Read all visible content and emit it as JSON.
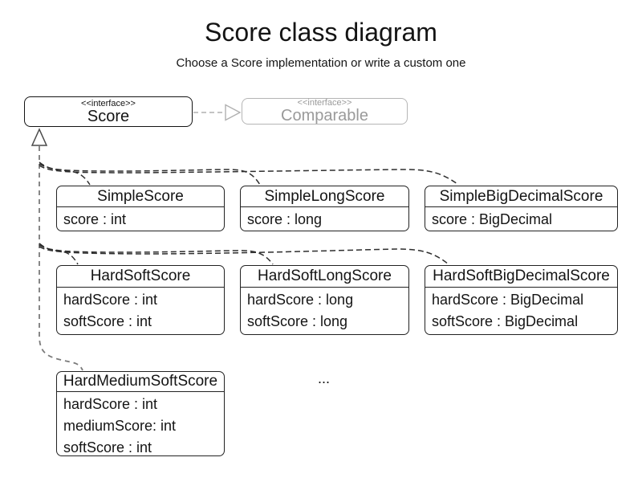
{
  "page": {
    "title": "Score class diagram",
    "subtitle": "Choose a Score implementation or write a custom one",
    "ellipsis": "..."
  },
  "interfaces": {
    "score": {
      "stereotype": "<<interface>>",
      "name": "Score"
    },
    "comparable": {
      "stereotype": "<<interface>>",
      "name": "Comparable"
    }
  },
  "classes": [
    {
      "name": "SimpleScore",
      "attributes": [
        "score : int"
      ]
    },
    {
      "name": "SimpleLongScore",
      "attributes": [
        "score : long"
      ]
    },
    {
      "name": "SimpleBigDecimalScore",
      "attributes": [
        "score : BigDecimal"
      ]
    },
    {
      "name": "HardSoftScore",
      "attributes": [
        "hardScore : int",
        "softScore : int"
      ]
    },
    {
      "name": "HardSoftLongScore",
      "attributes": [
        "hardScore : long",
        "softScore : long"
      ]
    },
    {
      "name": "HardSoftBigDecimalScore",
      "attributes": [
        "hardScore : BigDecimal",
        "softScore : BigDecimal"
      ]
    },
    {
      "name": "HardMediumSoftScore",
      "attributes": [
        "hardScore : int",
        "mediumScore: int",
        "softScore : int"
      ]
    }
  ],
  "relations": {
    "score_implements_comparable": "Score ..|> Comparable",
    "implementations_realize_score": "SimpleScore, SimpleLongScore, SimpleBigDecimalScore, HardSoftScore, HardSoftLongScore, HardSoftBigDecimalScore, HardMediumSoftScore ..|> Score"
  },
  "colors": {
    "ink": "#141414",
    "box_border": "#222222",
    "muted_text": "#9a9a9a",
    "muted_border": "#b5b5b5",
    "connector": "#2e2e2e",
    "connector_vertical": "#7a7a7a",
    "connector_muted": "#b0b0b0",
    "background": "#ffffff"
  }
}
